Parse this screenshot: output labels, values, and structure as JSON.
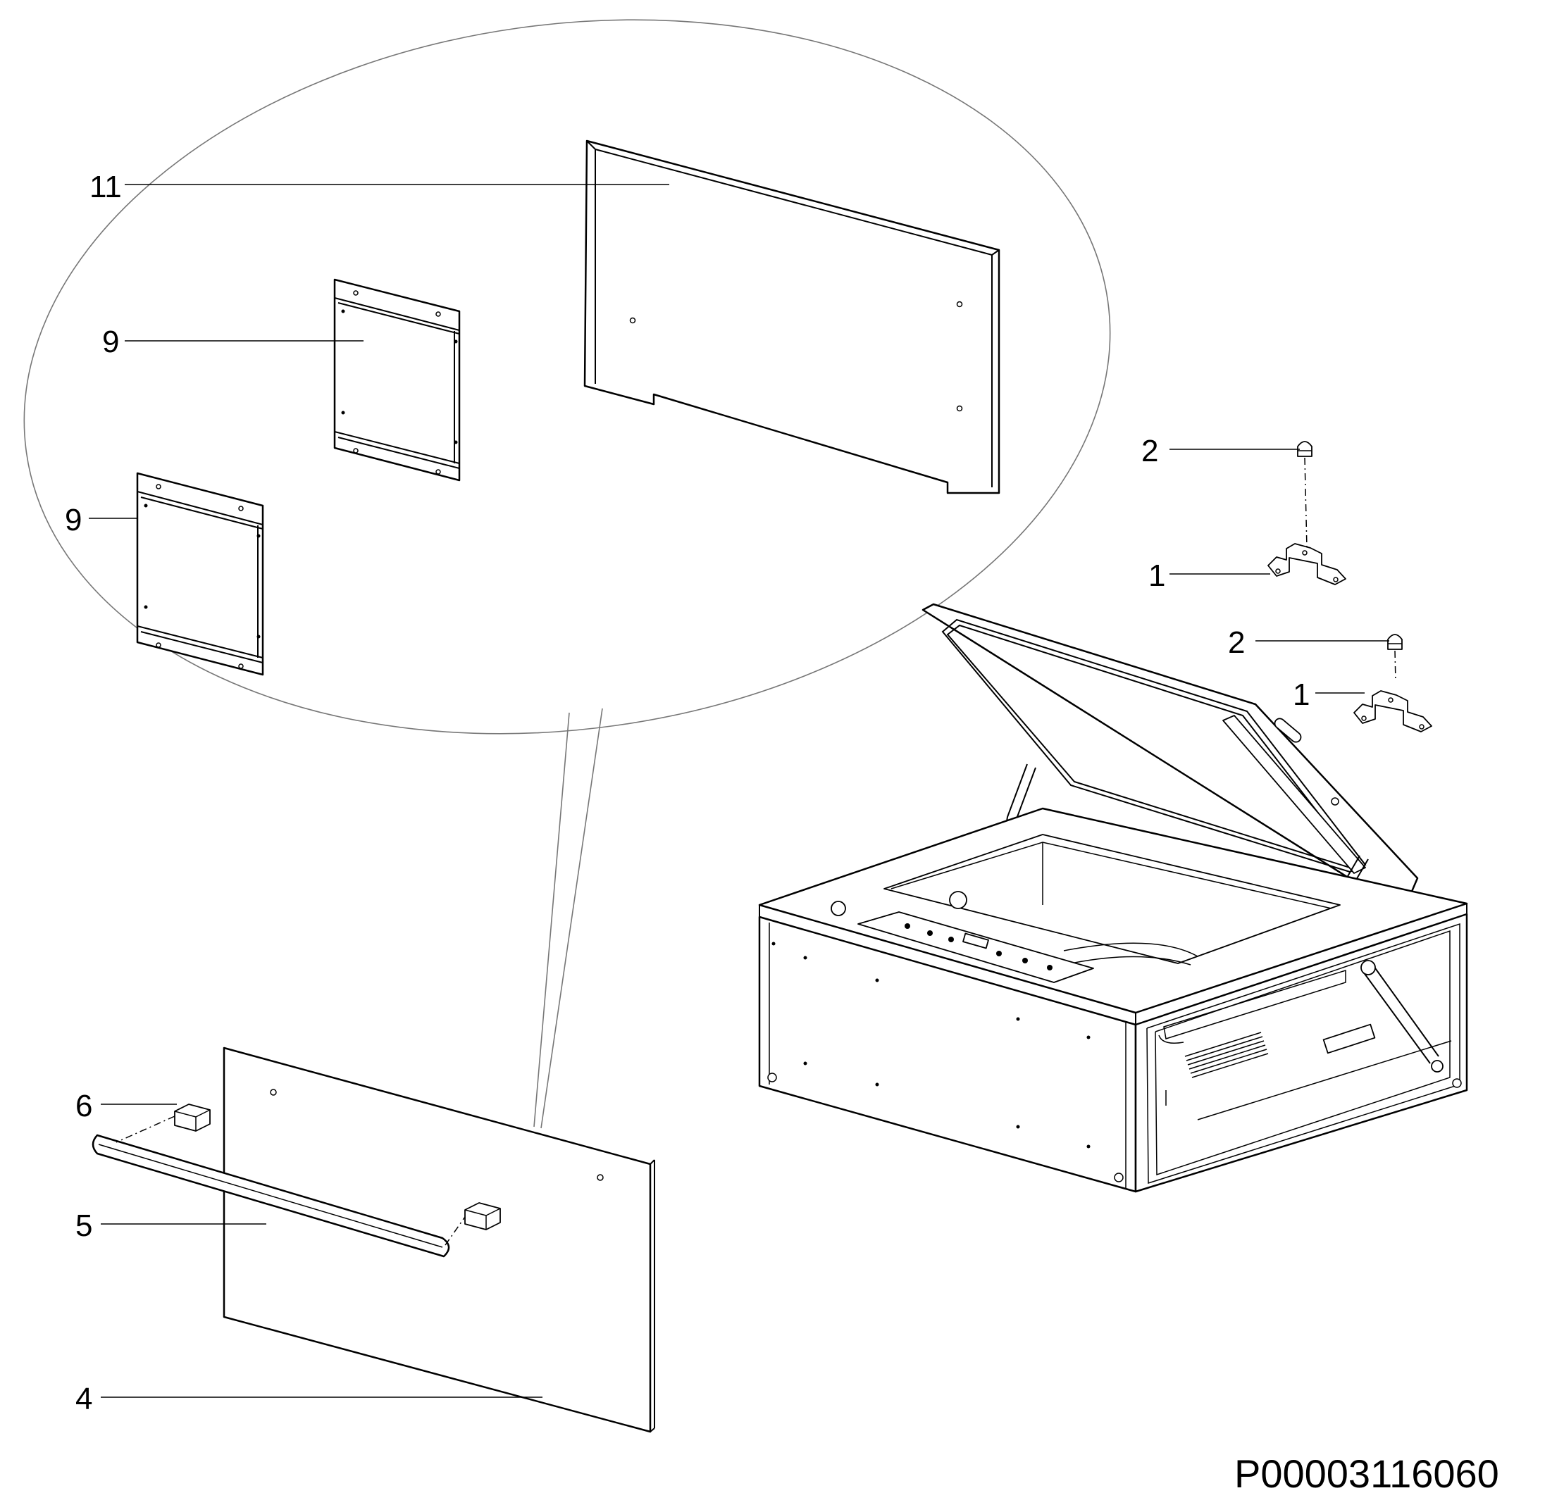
{
  "diagram": {
    "callouts": [
      {
        "id": "c11",
        "label": "11"
      },
      {
        "id": "c9a",
        "label": "9"
      },
      {
        "id": "c9b",
        "label": "9"
      },
      {
        "id": "c2a",
        "label": "2"
      },
      {
        "id": "c1a",
        "label": "1"
      },
      {
        "id": "c2b",
        "label": "2"
      },
      {
        "id": "c1b",
        "label": "1"
      },
      {
        "id": "c6",
        "label": "6"
      },
      {
        "id": "c5",
        "label": "5"
      },
      {
        "id": "c4",
        "label": "4"
      }
    ],
    "part_code": "P00003116060"
  }
}
